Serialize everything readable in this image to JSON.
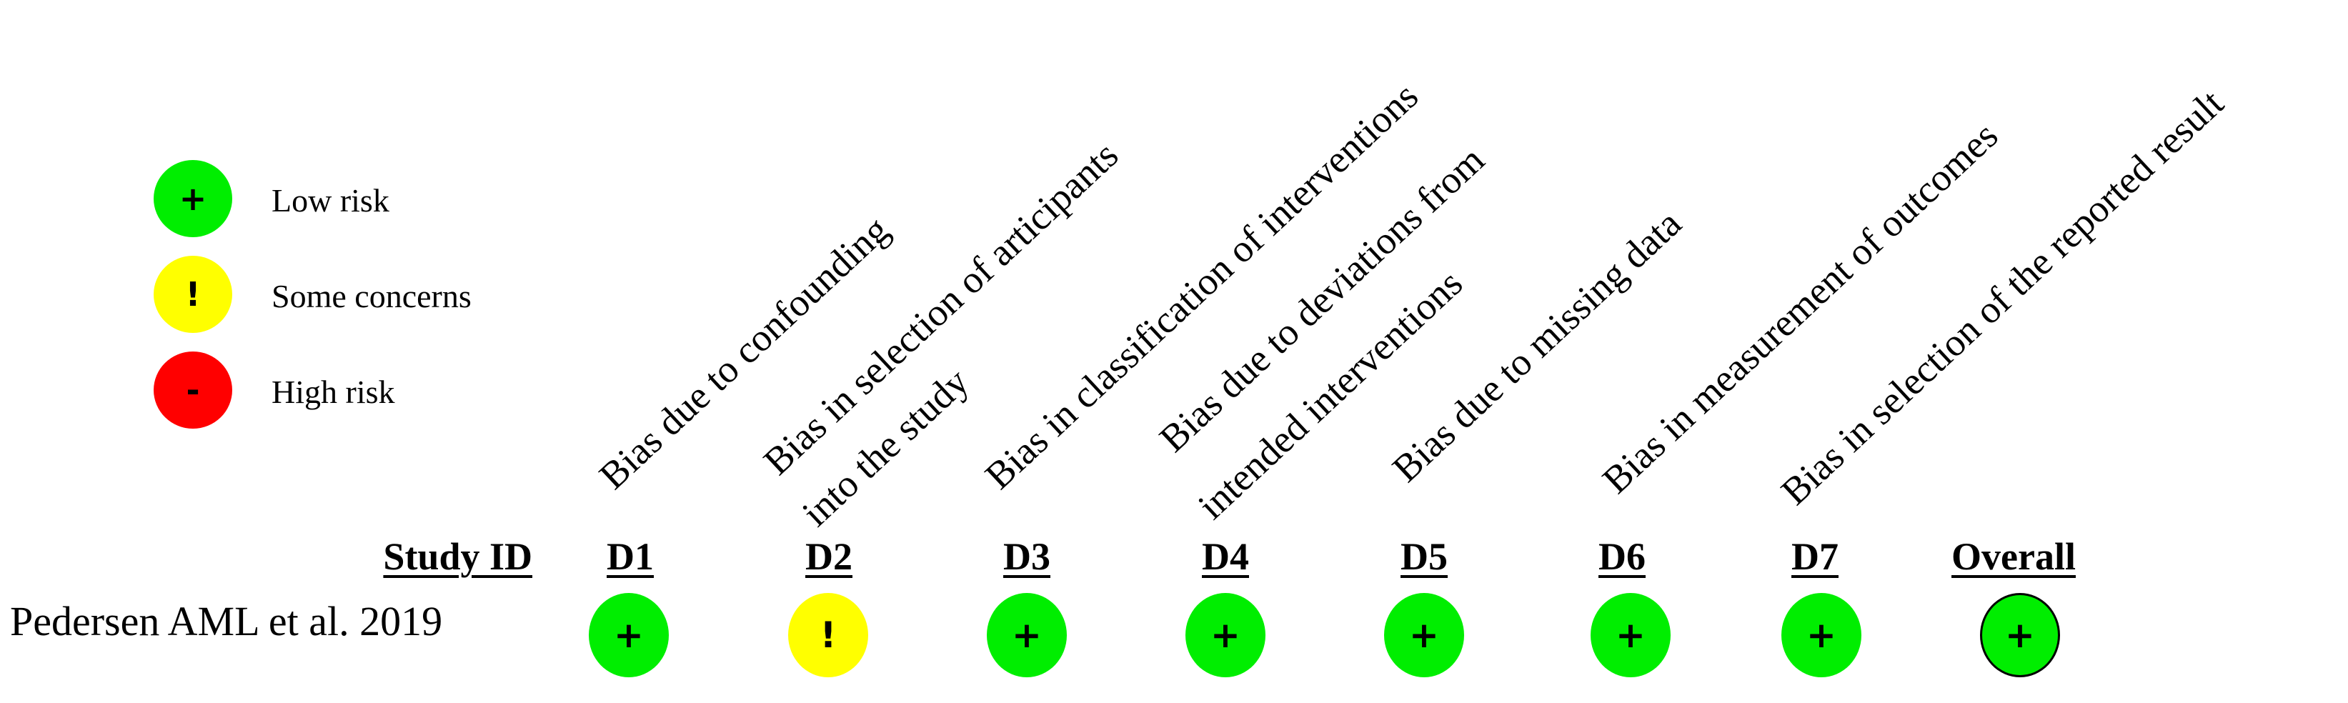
{
  "colors": {
    "low": "#00ee00",
    "some": "#ffff00",
    "high": "#ff0000"
  },
  "legend": [
    {
      "level": "low",
      "symbol": "+",
      "label": "Low risk",
      "color": "#00ee00"
    },
    {
      "level": "some",
      "symbol": "!",
      "label": "Some concerns",
      "color": "#ffff00"
    },
    {
      "level": "high",
      "symbol": "-",
      "label": "High risk",
      "color": "#ff0000"
    }
  ],
  "domains": [
    {
      "id": "D1",
      "lines": [
        "Bias due to confounding"
      ]
    },
    {
      "id": "D2",
      "lines": [
        "Bias in selection of articipants",
        "into the study"
      ]
    },
    {
      "id": "D3",
      "lines": [
        "Bias in classification of interventions"
      ]
    },
    {
      "id": "D4",
      "lines": [
        "Bias due to deviations from",
        "intended interventions"
      ]
    },
    {
      "id": "D5",
      "lines": [
        "Bias due to missing data"
      ]
    },
    {
      "id": "D6",
      "lines": [
        "Bias in measurement  of outcomes"
      ]
    },
    {
      "id": "D7",
      "lines": [
        "Bias in selection of the reported result"
      ]
    }
  ],
  "headers": {
    "study_id": "Study ID",
    "columns": [
      "D1",
      "D2",
      "D3",
      "D4",
      "D5",
      "D6",
      "D7",
      "Overall"
    ]
  },
  "studies": [
    {
      "name": "Pedersen AML et al. 2019",
      "judgements": [
        {
          "col": "D1",
          "level": "low",
          "symbol": "+"
        },
        {
          "col": "D2",
          "level": "some",
          "symbol": "!"
        },
        {
          "col": "D3",
          "level": "low",
          "symbol": "+"
        },
        {
          "col": "D4",
          "level": "low",
          "symbol": "+"
        },
        {
          "col": "D5",
          "level": "low",
          "symbol": "+"
        },
        {
          "col": "D6",
          "level": "low",
          "symbol": "+"
        },
        {
          "col": "D7",
          "level": "low",
          "symbol": "+"
        },
        {
          "col": "Overall",
          "level": "low",
          "symbol": "+"
        }
      ]
    }
  ],
  "chart_data": {
    "type": "table",
    "title": "",
    "legend": [
      "Low risk",
      "Some concerns",
      "High risk"
    ],
    "legend_position": "top-left",
    "columns": [
      "Study ID",
      "D1",
      "D2",
      "D3",
      "D4",
      "D5",
      "D6",
      "D7",
      "Overall"
    ],
    "column_descriptions": {
      "D1": "Bias due to confounding",
      "D2": "Bias in selection of articipants into the study",
      "D3": "Bias in classification of interventions",
      "D4": "Bias due to deviations from intended interventions",
      "D5": "Bias due to missing data",
      "D6": "Bias in measurement  of outcomes",
      "D7": "Bias in selection of the reported result"
    },
    "rows": [
      [
        "Pedersen AML et al. 2019",
        "Low risk",
        "Some concerns",
        "Low risk",
        "Low risk",
        "Low risk",
        "Low risk",
        "Low risk",
        "Low risk"
      ]
    ]
  }
}
